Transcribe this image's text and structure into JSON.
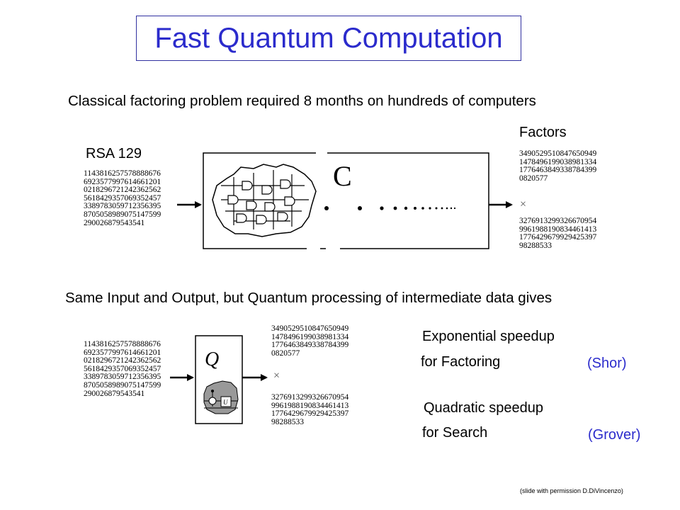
{
  "title": "Fast Quantum Computation",
  "classical": {
    "heading": "Classical factoring problem required 8 months on hundreds of computers",
    "input_label": "RSA 129",
    "input_lines": [
      "1143816257578888676",
      "6923577997614661201",
      "0218296721242362562",
      "5618429357069352457",
      "3389783059712356395",
      "8705058989075147599",
      "290026879543541"
    ],
    "box_label": "C",
    "output_label": "Factors",
    "factor1_lines": [
      "3490529510847650949",
      "1478496199038981334",
      "1776463849338784399",
      "0820577"
    ],
    "factor2_lines": [
      "3276913299326670954",
      "9961988190834461413",
      "1776429679929425397",
      "98288533"
    ],
    "times_symbol": "×"
  },
  "quantum": {
    "heading": "Same Input and Output, but Quantum processing of intermediate data gives",
    "input_lines": [
      "1143816257578888676",
      "6923577997614661201",
      "0218296721242362562",
      "5618429357069352457",
      "3389783059712356395",
      "8705058989075147599",
      "290026879543541"
    ],
    "box_label": "Q",
    "gate_label": "U",
    "factor1_lines": [
      "3490529510847650949",
      "1478496199038981334",
      "1776463849338784399",
      "0820577"
    ],
    "factor2_lines": [
      "3276913299326670954",
      "9961988190834461413",
      "1776429679929425397",
      "98288533"
    ],
    "times_symbol": "×",
    "results": [
      {
        "line1": "Exponential speedup",
        "line2": "for Factoring",
        "attribution": "(Shor)"
      },
      {
        "line1": "Quadratic speedup",
        "line2": "for Search",
        "attribution": "(Grover)"
      }
    ]
  },
  "credit": "(slide with permission D.DiVincenzo)"
}
